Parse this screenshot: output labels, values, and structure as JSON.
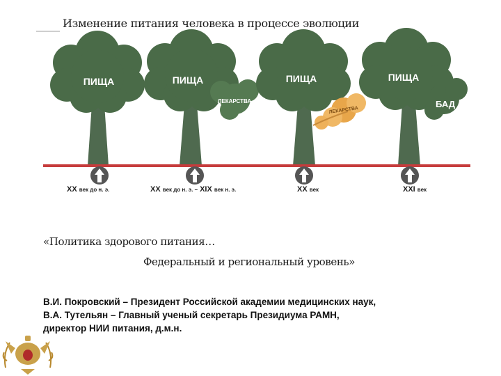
{
  "title": "Изменение питания человека в процессе эволюции",
  "trees": [
    {
      "food_label": "ПИЩА"
    },
    {
      "food_label": "ПИЩА",
      "medicine_label": "ЛЕКАРСТВА"
    },
    {
      "food_label": "ПИЩА",
      "medicine_label": "ЛЕКАРСТВА"
    },
    {
      "food_label": "ПИЩА",
      "supplement_label": "БАД"
    }
  ],
  "eras": [
    {
      "main": "XX",
      "suffix": "век до н. э."
    },
    {
      "main": "XX",
      "suffix": "век до н. э. –",
      "main2": "XIX",
      "suffix2": "век н. э."
    },
    {
      "main": "XX",
      "suffix": "век"
    },
    {
      "main": "XXI",
      "suffix": "век"
    }
  ],
  "quote_line1": "«Политика здорового питания…",
  "quote_line2": "Федеральный и региональный уровень»",
  "authors": [
    "В.И. Покровский – Президент Российской академии медицинских наук,",
    "В.А. Тутельян – Главный ученый секретарь Президиума РАМН,",
    " директор НИИ питания, д.м.н."
  ],
  "colors": {
    "foliage": "#4a6b48",
    "trunk": "#4f6a4f",
    "ground_line": "#c63c3c",
    "medicine_dry": "#e8a64a",
    "arrow": "#555555"
  }
}
